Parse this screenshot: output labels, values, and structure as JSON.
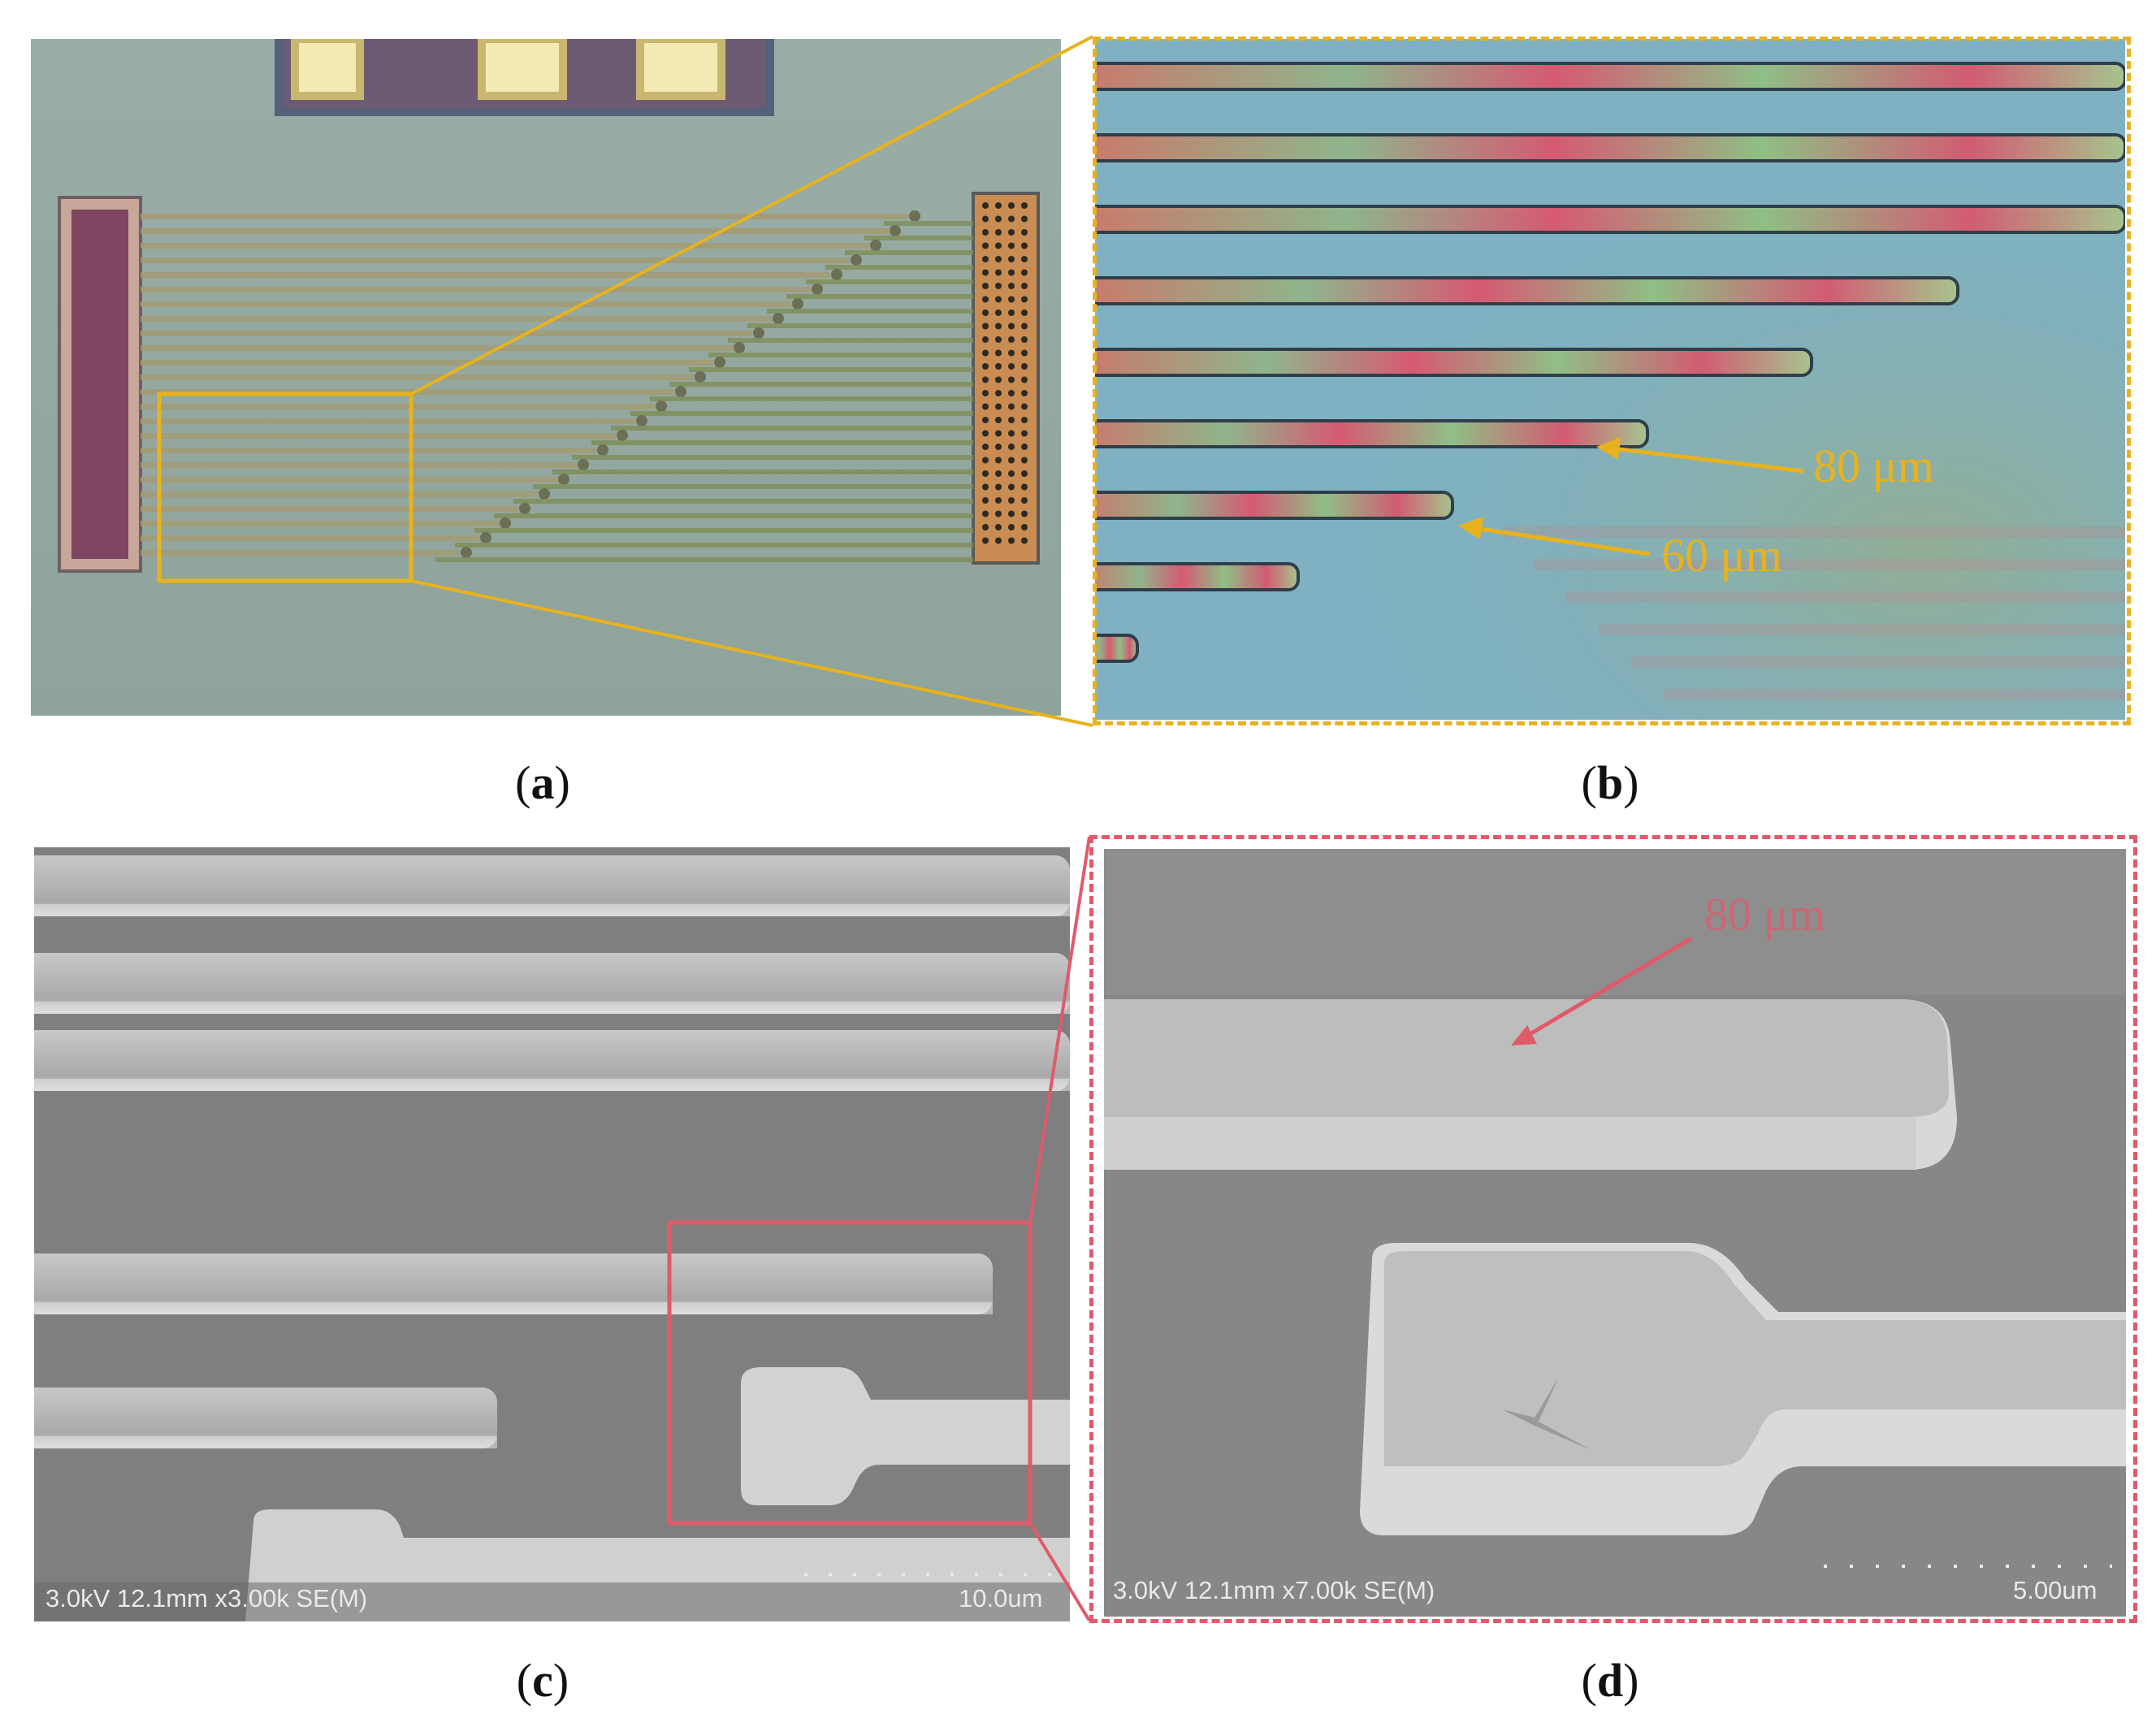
{
  "colors": {
    "optical_frame": "#E8B21E",
    "sem_frame": "#E05A6A",
    "optical_bg": "#8FA79F",
    "zoom_bg": "#7FB1C2",
    "sem_bg": "#8a8a8a"
  },
  "captions": {
    "a": "a",
    "b": "b",
    "c": "c",
    "d": "d"
  },
  "panel_b": {
    "label_80": "80 μm",
    "label_60": "60 μm"
  },
  "panel_c": {
    "sem_info": "3.0kV 12.1mm x3.00k SE(M)",
    "scale": "10.0um"
  },
  "panel_d": {
    "label": "80 μm",
    "sem_info": "3.0kV 12.1mm x7.00k SE(M)",
    "scale": "5.00um"
  }
}
